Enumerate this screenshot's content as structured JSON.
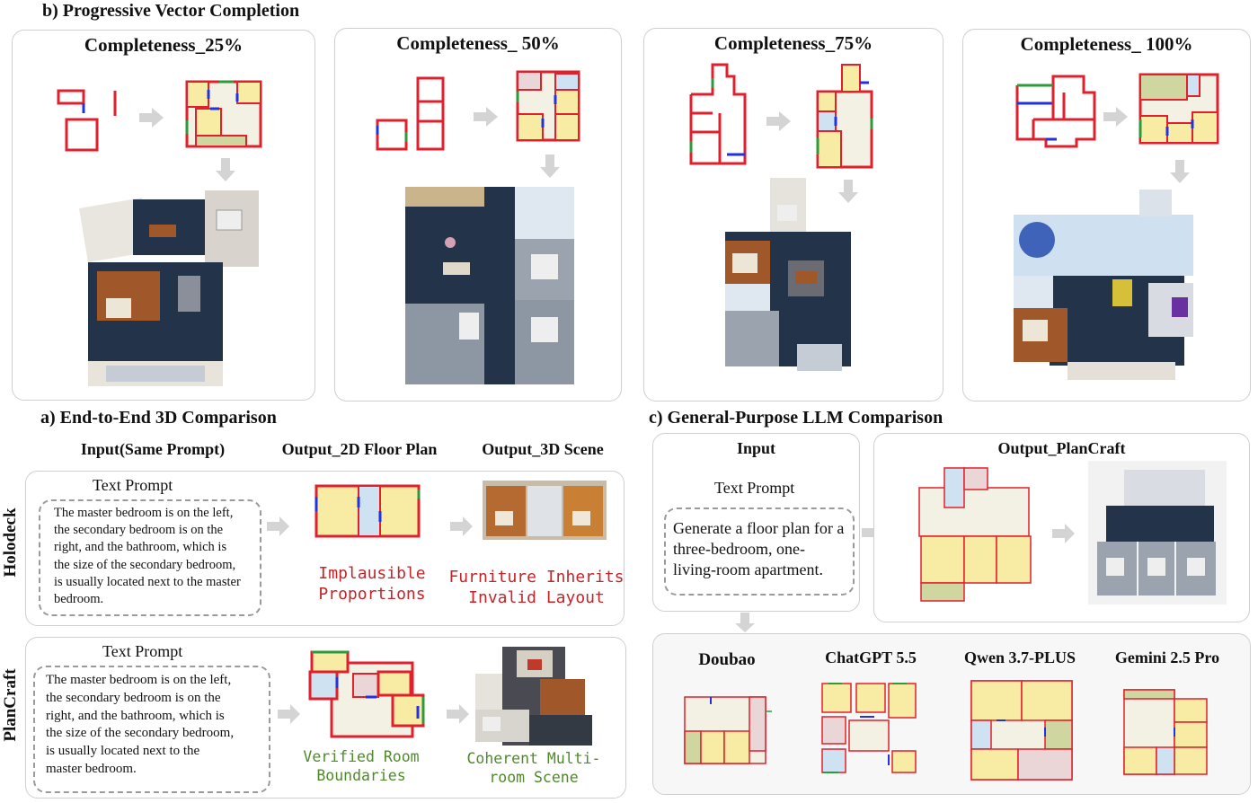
{
  "section_b": {
    "title": "b) Progressive Vector Completion",
    "panels": [
      {
        "label": "Completeness_25%"
      },
      {
        "label": "Completeness_ 50%"
      },
      {
        "label": "Completeness_75%"
      },
      {
        "label": "Completeness_ 100%"
      }
    ]
  },
  "section_a": {
    "title": "a) End-to-End 3D Comparison",
    "headers": {
      "input": "Input(Same Prompt)",
      "plan": "Output_2D Floor Plan",
      "scene": "Output_3D Scene"
    },
    "rows": [
      {
        "label": "Holodeck",
        "prompt_title": "Text Prompt",
        "prompt_lines": [
          "The master bedroom is on the left,",
          "the secondary bedroom is on the",
          "right, and the bathroom, which is",
          "the size of the secondary bedroom,",
          "is usually located next to the master",
          "bedroom."
        ],
        "plan_note": [
          "Implausible",
          "Proportions"
        ],
        "scene_note": [
          "Furniture Inherits",
          "Invalid Layout"
        ]
      },
      {
        "label": "PlanCraft",
        "prompt_title": "Text Prompt",
        "prompt_lines": [
          "The master bedroom is on the left,",
          "the secondary bedroom is on the",
          "right, and the bathroom, which is",
          "the size of the secondary bedroom,",
          "is usually located next to the",
          "master bedroom."
        ],
        "plan_note": [
          "Verified Room",
          "Boundaries"
        ],
        "scene_note": [
          "Coherent Multi-",
          "room Scene"
        ]
      }
    ]
  },
  "section_c": {
    "title": "c) General-Purpose LLM Comparison",
    "input_header": "Input",
    "input_prompt_title": "Text Prompt",
    "input_lines": [
      "Generate a floor plan for a",
      "three-bedroom, one-",
      "living-room apartment."
    ],
    "output_header": "Output_PlanCraft",
    "models": [
      "Doubao",
      "ChatGPT 5.5",
      "Qwen 3.7-PLUS",
      "Gemini 2.5 Pro"
    ]
  },
  "colors": {
    "wall": "#e0202c",
    "door": "#2233dd",
    "window": "#2e9a3a",
    "bedroom": "#f8eca4",
    "living": "#f3f0e4",
    "bath": "#cfe2f1",
    "pink": "#ead6d6",
    "green_room": "#cfd6a0",
    "arrow": "#d4d4d4",
    "floor_dark": "#22334a",
    "wood": "#a0582a"
  },
  "icons": [
    "arrow-right-icon",
    "arrow-down-icon"
  ]
}
